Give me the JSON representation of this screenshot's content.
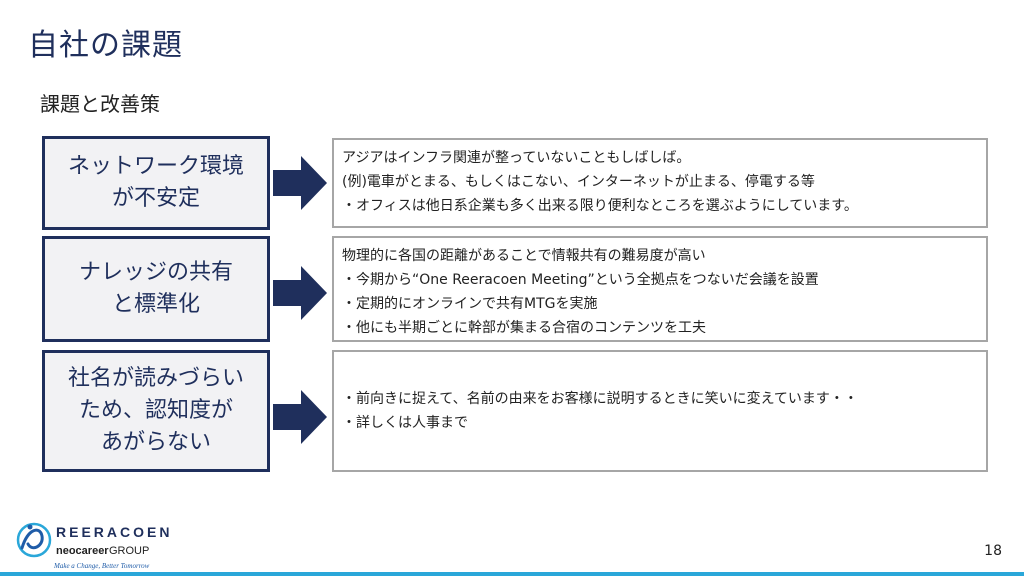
{
  "title": "自社の課題",
  "subtitle": "課題と改善策",
  "rows": [
    {
      "label": "ネットワーク環境\nが不安定",
      "lines": [
        "アジアはインフラ関連が整っていないこともしばしば。",
        "(例)電車がとまる、もしくはこない、インターネットが止まる、停電する等",
        "・オフィスは他日系企業も多く出来る限り便利なところを選ぶようにしています。"
      ]
    },
    {
      "label": "ナレッジの共有\nと標準化",
      "lines": [
        "物理的に各国の距離があることで情報共有の難易度が高い",
        "・今期から“One Reeracoen Meeting”という全拠点をつないだ会議を設置",
        "・定期的にオンラインで共有MTGを実施",
        "・他にも半期ごとに幹部が集まる合宿のコンテンツを工夫"
      ]
    },
    {
      "label": "社名が読みづらい\nため、認知度が\nあがらない",
      "lines": [
        "・前向きに捉えて、名前の由来をお客様に説明するときに笑いに変えています・・",
        "・詳しくは人事まで"
      ]
    }
  ],
  "logo": {
    "brand": "REERACOEN",
    "group_prefix": "neocareer",
    "group_suffix": "GROUP",
    "tagline": "Make a Change, Better Tomorrow"
  },
  "page_number": "18",
  "colors": {
    "navy": "#1f2f5c",
    "accent_blue": "#2aa7d9",
    "box_gray": "#f2f2f4",
    "border_gray": "#a6a6a6"
  }
}
